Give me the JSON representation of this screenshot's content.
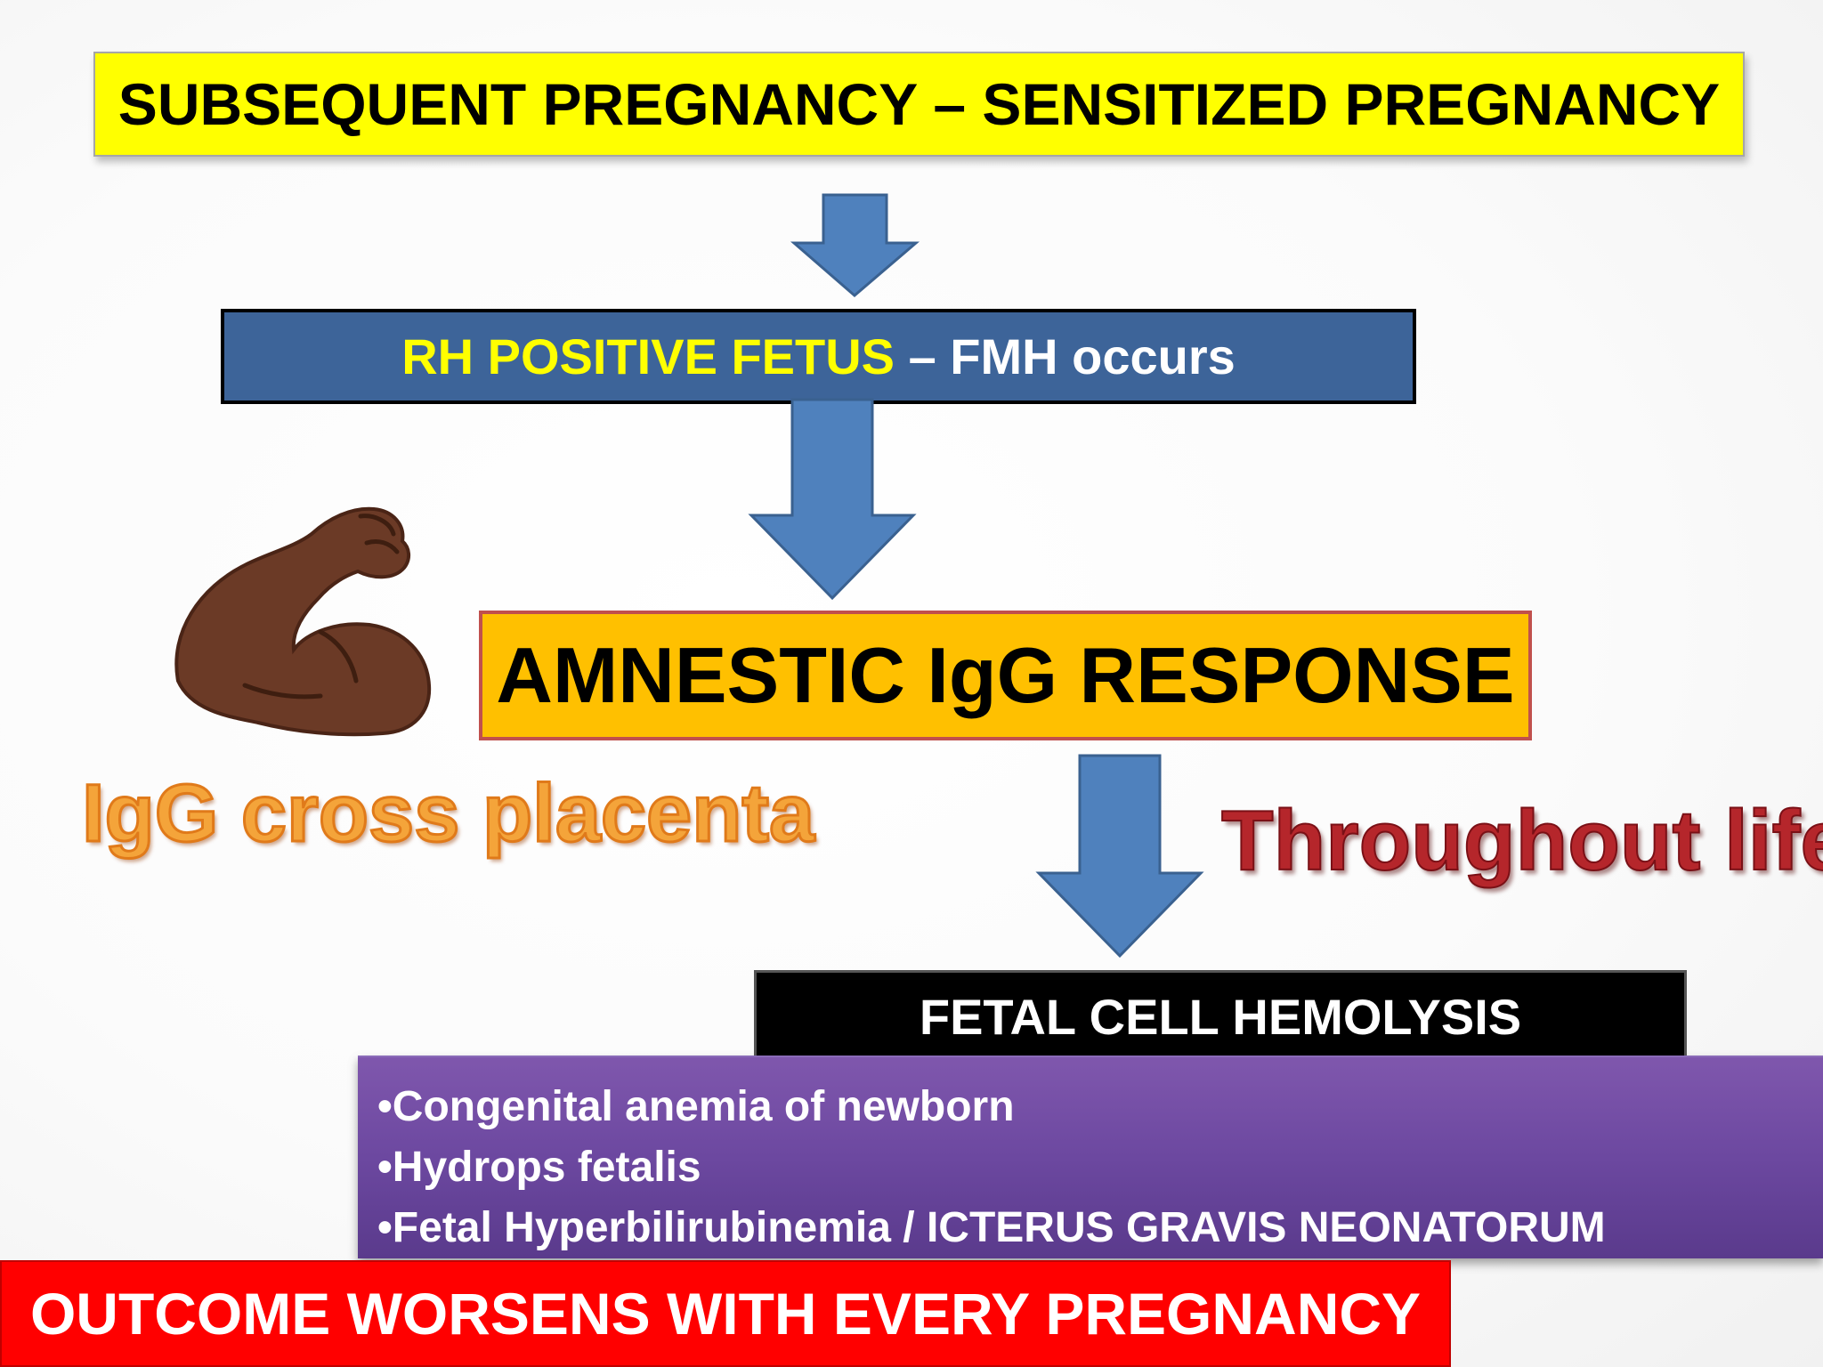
{
  "title": "SUBSEQUENT PREGNANCY – SENSITIZED PREGNANCY",
  "rh_box": {
    "highlight": "RH POSITIVE FETUS",
    "rest": " – FMH occurs"
  },
  "amnestic": "AMNESTIC IgG RESPONSE",
  "igg_cross": "IgG cross placenta",
  "throughout_life": "Throughout life",
  "hemolysis": "FETAL CELL HEMOLYSIS",
  "consequences": [
    "•Congenital anemia of newborn",
    "•Hydrops fetalis",
    "•Fetal Hyperbilirubinemia / ICTERUS GRAVIS NEONATORUM"
  ],
  "outcome": "OUTCOME WORSENS WITH EVERY PREGNANCY",
  "icons": {
    "arm": "flexed-biceps-icon",
    "arrow": "down-arrow-icon"
  },
  "colors": {
    "title_bg": "#ffff00",
    "rh_bg": "#3d6499",
    "amnestic_bg": "#ffc000",
    "hemolysis_bg": "#000000",
    "consequences_bg": "#7f57ad",
    "outcome_bg": "#ff0000",
    "arrow_fill": "#4f81bd"
  }
}
